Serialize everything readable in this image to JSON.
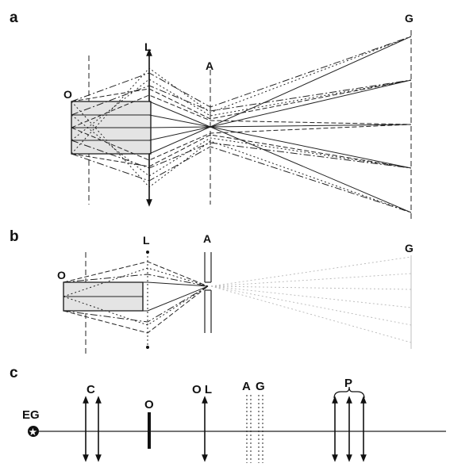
{
  "panels": [
    {
      "id": "a",
      "label": "a",
      "object_label": "O",
      "lens_label": "L",
      "aperture_label": "A",
      "image_label": "G"
    },
    {
      "id": "b",
      "label": "b",
      "object_label": "O",
      "lens_label": "L",
      "aperture_label": "A",
      "image_label": "G"
    },
    {
      "id": "c",
      "label": "c",
      "source_label": "EG",
      "condenser_label": "C",
      "object_label": "O",
      "objective_label": "O L",
      "aperture_label": "A",
      "image_label": "G",
      "projector_label": "P"
    }
  ]
}
